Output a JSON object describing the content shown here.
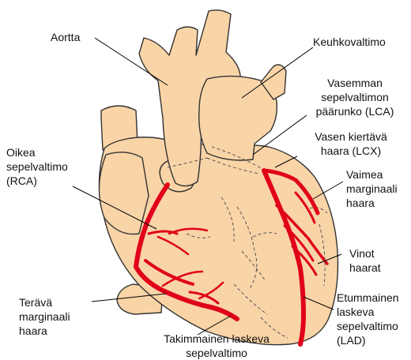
{
  "labels": {
    "aorta": [
      "Aortta"
    ],
    "pulmonary": [
      "Keuhkovaltimo"
    ],
    "lca": [
      "Vasemman",
      "sepelvaltimon",
      "päärunko (LCA)"
    ],
    "lcx": [
      "Vasen kiertävä",
      "haara (LCX)"
    ],
    "rca": [
      "Oikea",
      "sepelvaltimo",
      "(RCA)"
    ],
    "obtuse_marginal": [
      "Vaimea",
      "marginaali",
      "haara"
    ],
    "diagonal": [
      "Vinot",
      "haarat"
    ],
    "acute_marginal": [
      "Terävä",
      "marginaali",
      "haara"
    ],
    "lad": [
      "Etummainen",
      "laskeva",
      "sepelvaltimo",
      "(LAD)"
    ],
    "pda": [
      "Takimmainen laskeva",
      "sepelvaltimo"
    ]
  },
  "colors": {
    "heart_fill": "#f9d4a7",
    "outline": "#333333",
    "artery": "#e0001a",
    "leader": "#000000"
  }
}
